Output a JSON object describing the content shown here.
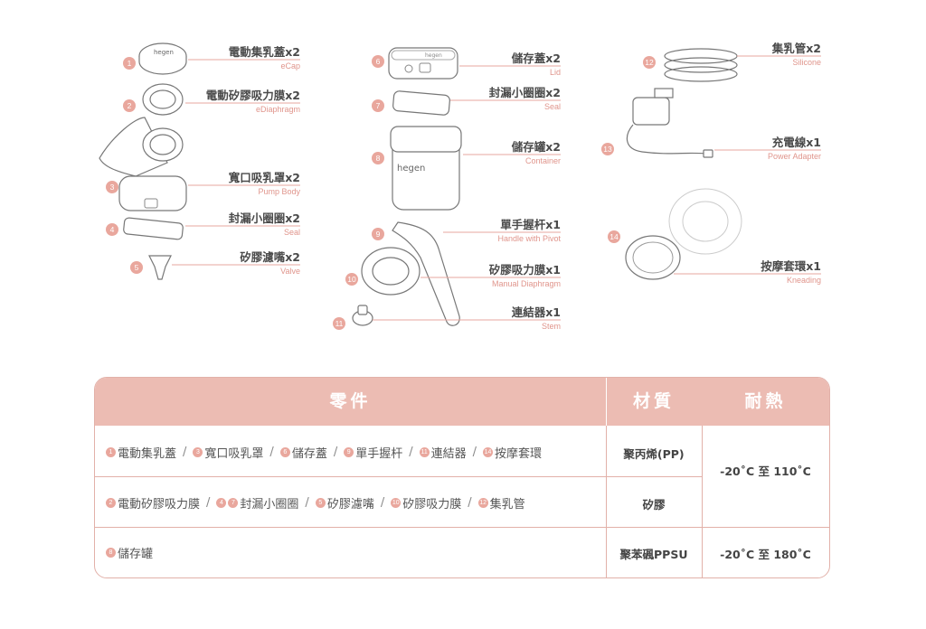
{
  "parts": [
    {
      "num": "1",
      "name": "電動集乳蓋x2",
      "sub": "eCap"
    },
    {
      "num": "2",
      "name": "電動矽膠吸力膜x2",
      "sub": "eDiaphragm"
    },
    {
      "num": "3",
      "name": "寬口吸乳罩x2",
      "sub": "Pump Body"
    },
    {
      "num": "4",
      "name": "封漏小圈圈x2",
      "sub": "Seal"
    },
    {
      "num": "5",
      "name": "矽膠濾嘴x2",
      "sub": "Valve"
    },
    {
      "num": "6",
      "name": "儲存蓋x2",
      "sub": "Lid"
    },
    {
      "num": "7",
      "name": "封漏小圈圈x2",
      "sub": "Seal"
    },
    {
      "num": "8",
      "name": "儲存罐x2",
      "sub": "Container"
    },
    {
      "num": "9",
      "name": "單手握杆x1",
      "sub": "Handle with Pivot"
    },
    {
      "num": "10",
      "name": "矽膠吸力膜x1",
      "sub": "Manual Diaphragm"
    },
    {
      "num": "11",
      "name": "連結器x1",
      "sub": "Stem"
    },
    {
      "num": "12",
      "name": "集乳管x2",
      "sub": "Silicone"
    },
    {
      "num": "13",
      "name": "充電線x1",
      "sub": "Power Adapter"
    },
    {
      "num": "14",
      "name": "按摩套環x1",
      "sub": "Kneading"
    }
  ],
  "brand_text": "hegen",
  "table": {
    "headers": [
      "零件",
      "材質",
      "耐熱"
    ],
    "rows": [
      {
        "items": [
          [
            "1",
            "電動集乳蓋"
          ],
          [
            "3",
            "寬口吸乳罩"
          ],
          [
            "6",
            "儲存蓋"
          ],
          [
            "9",
            "單手握杆"
          ],
          [
            "11",
            "連結器"
          ],
          [
            "14",
            "按摩套環"
          ]
        ],
        "material": "聚丙烯(PP)"
      },
      {
        "items": [
          [
            "2",
            "電動矽膠吸力膜"
          ],
          [
            "4 7",
            "封漏小圈圈"
          ],
          [
            "5",
            "矽膠濾嘴"
          ],
          [
            "10",
            "矽膠吸力膜"
          ],
          [
            "12",
            "集乳管"
          ]
        ],
        "material": "矽膠"
      },
      {
        "items": [
          [
            "8",
            "儲存罐"
          ]
        ],
        "material": "聚苯碸PPSU"
      }
    ],
    "heat_1": "-20˚C 至 110˚C",
    "heat_2": "-20˚C 至 180˚C",
    "separator": "/"
  },
  "colors": {
    "accent": "#ecbcb3",
    "badge": "#e9a79d",
    "subtext": "#e0958c"
  }
}
